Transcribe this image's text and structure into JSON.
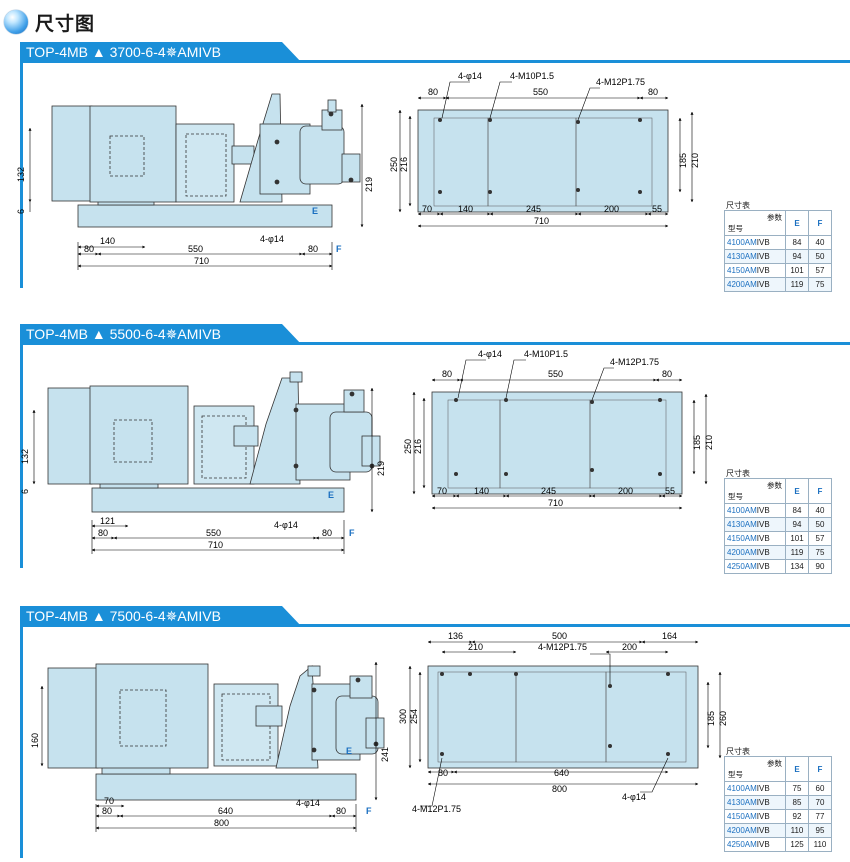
{
  "header": {
    "title": "尺寸图"
  },
  "colors": {
    "accent": "#1a8fd8",
    "machine": "#c6e2ee",
    "outline": "#333333",
    "dim": "#000000"
  },
  "sections": [
    {
      "banner": "TOP-4MB ▲ 3700-6-4✵AMIVB",
      "side": {
        "h132": "132",
        "h6": "6",
        "d140": "140",
        "d80a": "80",
        "d550": "550",
        "d80b": "80",
        "d710": "710",
        "hole": "4-φ14",
        "e": "E",
        "f": "F",
        "h219": "219"
      },
      "plan": {
        "d80a": "80",
        "d550": "550",
        "d80b": "80",
        "hole": "4-φ14",
        "m10": "4-M10P1.5",
        "m12": "4-M12P1.75",
        "h250": "250",
        "h216": "216",
        "h185": "185",
        "h210": "210",
        "d70": "70",
        "d140": "140",
        "d245": "245",
        "d200": "200",
        "d55": "55",
        "d710": "710"
      },
      "table": {
        "caption": "尺寸表",
        "param": "参数",
        "model": "型号",
        "e": "E",
        "f": "F",
        "rows": [
          {
            "model": "4100AM",
            "suffix": "IVB",
            "e": "84",
            "f": "40"
          },
          {
            "model": "4130AM",
            "suffix": "IVB",
            "e": "94",
            "f": "50"
          },
          {
            "model": "4150AM",
            "suffix": "IVB",
            "e": "101",
            "f": "57"
          },
          {
            "model": "4200AM",
            "suffix": "IVB",
            "e": "119",
            "f": "75"
          }
        ]
      }
    },
    {
      "banner": "TOP-4MB ▲ 5500-6-4✵AMIVB",
      "side": {
        "h132": "132",
        "h6": "6",
        "d140": "121",
        "d80a": "80",
        "d550": "550",
        "d80b": "80",
        "d710": "710",
        "hole": "4-φ14",
        "e": "E",
        "f": "F",
        "h219": "219"
      },
      "plan": {
        "d80a": "80",
        "d550": "550",
        "d80b": "80",
        "hole": "4-φ14",
        "m10": "4-M10P1.5",
        "m12": "4-M12P1.75",
        "h250": "250",
        "h216": "216",
        "h185": "185",
        "h210": "210",
        "d70": "70",
        "d140": "140",
        "d245": "245",
        "d200": "200",
        "d55": "55",
        "d710": "710"
      },
      "table": {
        "caption": "尺寸表",
        "param": "参数",
        "model": "型号",
        "e": "E",
        "f": "F",
        "rows": [
          {
            "model": "4100AM",
            "suffix": "IVB",
            "e": "84",
            "f": "40"
          },
          {
            "model": "4130AM",
            "suffix": "IVB",
            "e": "94",
            "f": "50"
          },
          {
            "model": "4150AM",
            "suffix": "IVB",
            "e": "101",
            "f": "57"
          },
          {
            "model": "4200AM",
            "suffix": "IVB",
            "e": "119",
            "f": "75"
          },
          {
            "model": "4250AM",
            "suffix": "IVB",
            "e": "134",
            "f": "90"
          }
        ]
      }
    },
    {
      "banner": "TOP-4MB ▲ 7500-6-4✵AMIVB",
      "side": {
        "h160": "160",
        "d70": "70",
        "d80a": "80",
        "d640": "640",
        "d80b": "80",
        "d800": "800",
        "hole": "4-φ14",
        "e": "E",
        "f": "F",
        "h241": "241"
      },
      "plan": {
        "d136": "136",
        "d500": "500",
        "d164": "164",
        "d210": "210",
        "m12": "4-M12P1.75",
        "d200": "200",
        "h300": "300",
        "h254": "254",
        "h185": "185",
        "h260": "260",
        "d80": "80",
        "d640": "640",
        "d800": "800",
        "m12b": "4-M12P1.75",
        "hole": "4-φ14"
      },
      "table": {
        "caption": "尺寸表",
        "param": "参数",
        "model": "型号",
        "e": "E",
        "f": "F",
        "rows": [
          {
            "model": "4100AM",
            "suffix": "IVB",
            "e": "75",
            "f": "60"
          },
          {
            "model": "4130AM",
            "suffix": "IVB",
            "e": "85",
            "f": "70"
          },
          {
            "model": "4150AM",
            "suffix": "IVB",
            "e": "92",
            "f": "77"
          },
          {
            "model": "4200AM",
            "suffix": "IVB",
            "e": "110",
            "f": "95"
          },
          {
            "model": "4250AM",
            "suffix": "IVB",
            "e": "125",
            "f": "110"
          }
        ]
      }
    }
  ]
}
